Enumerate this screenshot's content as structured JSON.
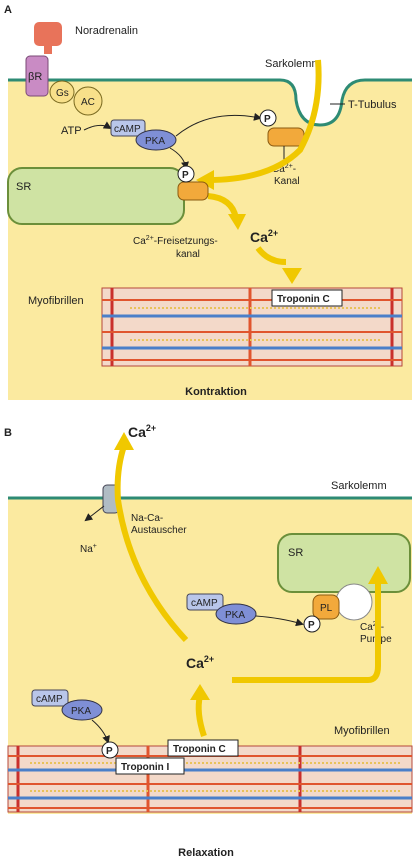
{
  "panel_a": {
    "letter": "A",
    "noradrenalin": "Noradrenalin",
    "beta_r": "βR",
    "gs": "Gs",
    "ac": "AC",
    "sarkolemm": "Sarkolemm",
    "t_tubulus": "T-Tubulus",
    "atp": "ATP",
    "camp": "cAMP",
    "pka": "PKA",
    "p1": "P",
    "p2": "P",
    "sr": "SR",
    "ca_kanal_1": "Ca",
    "ca_kanal_sup": "2+",
    "ca_kanal_2": "-",
    "ca_kanal_3": "Kanal",
    "freisetz_1": "Ca",
    "freisetz_sup": "2+",
    "freisetz_2": "-Freisetzungs-",
    "freisetz_3": "kanal",
    "ca_ion": "Ca",
    "ca_ion_sup": "2+",
    "myofibrillen": "Myofibrillen",
    "troponin_c": "Troponin C",
    "title": "Kontraktion"
  },
  "panel_b": {
    "letter": "B",
    "ca_top": "Ca",
    "ca_top_sup": "2+",
    "sarkolemm": "Sarkolemm",
    "exchanger_1": "Na-Ca-",
    "exchanger_2": "Austauscher",
    "na": "Na",
    "na_sup": "+",
    "sr": "SR",
    "camp": "cAMP",
    "pka": "PKA",
    "pl": "PL",
    "p1": "P",
    "pumpe_1": "Ca",
    "pumpe_sup": "2+",
    "pumpe_2": "-",
    "pumpe_3": "Pumpe",
    "ca_mid": "Ca",
    "ca_mid_sup": "2+",
    "camp2": "cAMP",
    "pka2": "PKA",
    "p2": "P",
    "troponin_c": "Troponin C",
    "troponin_i": "Troponin I",
    "myofibrillen": "Myofibrillen",
    "title": "Relaxation"
  }
}
